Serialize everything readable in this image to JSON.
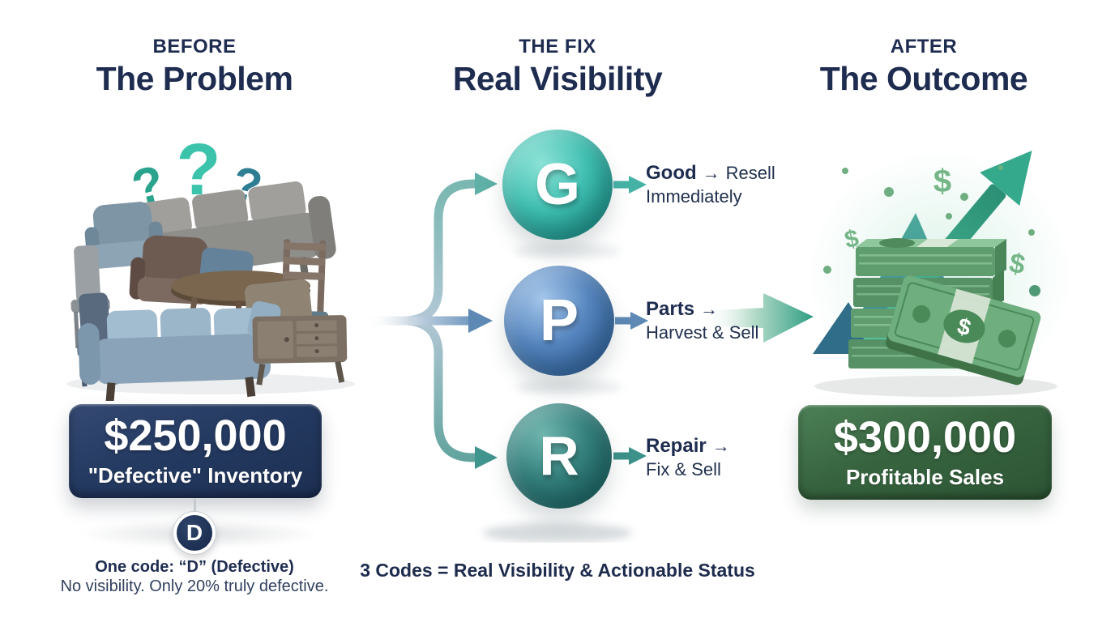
{
  "before": {
    "eyebrow": "BEFORE",
    "title": "The Problem",
    "question_marks": [
      "?",
      "?",
      "?"
    ],
    "badge": {
      "value": "$250,000",
      "label": "\"Defective\" Inventory"
    },
    "code_letter": "D",
    "caption_bold": "One code: “D” (Defective)",
    "caption_regular": "No visibility. Only 20% truly defective."
  },
  "fix": {
    "eyebrow": "THE FIX",
    "title": "Real Visibility",
    "nodes": [
      {
        "letter": "G",
        "bold": "Good",
        "arrow": "→",
        "rest": "Resell",
        "line2": "Immediately"
      },
      {
        "letter": "P",
        "bold": "Parts",
        "arrow": "→",
        "rest": "",
        "line2": "Harvest & Sell"
      },
      {
        "letter": "R",
        "bold": "Repair",
        "arrow": "→",
        "rest": "",
        "line2": "Fix & Sell"
      }
    ],
    "footer": "3 Codes = Real Visibility & Actionable Status"
  },
  "after": {
    "eyebrow": "AFTER",
    "title": "The Outcome",
    "dollar_signs": [
      "$",
      "$",
      "$"
    ],
    "badge": {
      "value": "$300,000",
      "label": "Profitable Sales"
    }
  },
  "colors": {
    "navy_text": "#1e2c50",
    "teal_sphere": "#3fbfb1",
    "blue_sphere": "#5585bf",
    "dark_teal_sphere": "#337f7c",
    "navy_badge": "#243a61",
    "green_badge": "#37643f",
    "growth_green": "#2f9e83"
  }
}
